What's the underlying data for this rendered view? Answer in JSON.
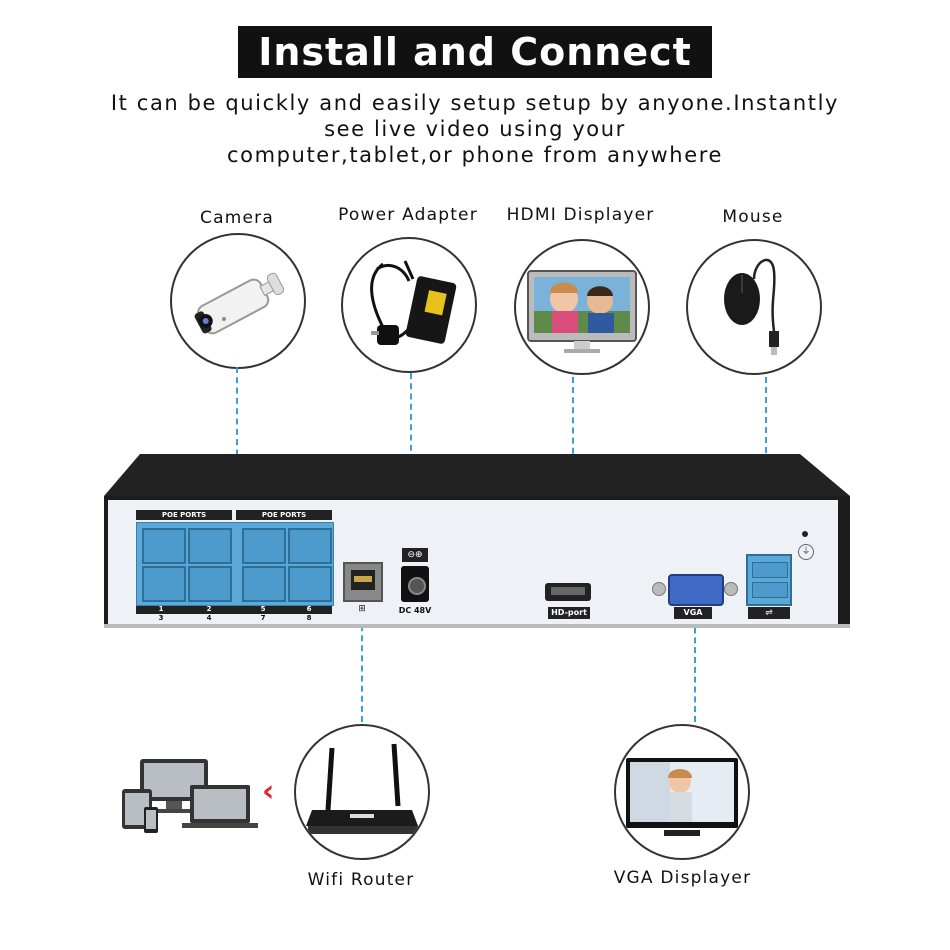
{
  "header": {
    "title": "Install and Connect",
    "subtitle_lines": [
      "It can be quickly and easily setup setup by anyone.Instantly",
      "see live video using your",
      "computer,tablet,or phone from anywhere"
    ]
  },
  "devices": {
    "camera": {
      "label": "Camera",
      "icon": "camera-icon"
    },
    "power": {
      "label": "Power Adapter",
      "icon": "power-adapter-icon"
    },
    "hdmi": {
      "label": "HDMI Displayer",
      "icon": "monitor-icon"
    },
    "mouse": {
      "label": "Mouse",
      "icon": "mouse-icon"
    },
    "router": {
      "label": "Wifi Router",
      "icon": "router-icon"
    },
    "vga": {
      "label": "VGA Displayer",
      "icon": "monitor-icon"
    }
  },
  "nvr": {
    "poe_group_label": "POE PORTS",
    "poe_numbers_top": [
      "1",
      "2",
      "5",
      "6"
    ],
    "poe_numbers_bottom": [
      "3",
      "4",
      "7",
      "8"
    ],
    "dc_label": "DC 48V",
    "hdmi_port_label": "HD-port",
    "vga_port_label": "VGA"
  },
  "colors": {
    "poe_blue": "#5aa9d6",
    "dash_blue": "#3aa0d8",
    "arrow_red": "#e0262a",
    "title_bg": "#111111"
  }
}
